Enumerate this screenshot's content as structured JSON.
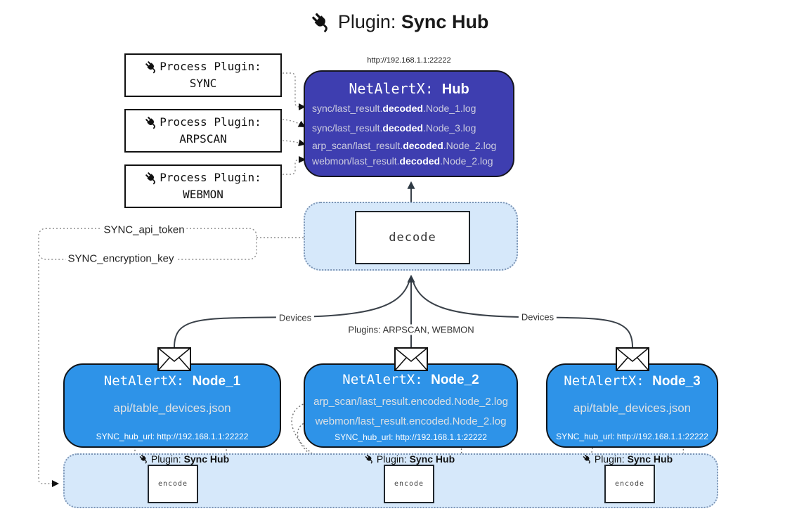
{
  "colors": {
    "hub_fill": "#3e3eb0",
    "node_fill": "#2e93e8",
    "band_fill": "#d6e8fa",
    "band_border": "#7d95b5"
  },
  "title": {
    "pre": "Plugin: ",
    "bold": "Sync Hub"
  },
  "process_plugins": [
    {
      "line1": "Process Plugin:",
      "name": "SYNC"
    },
    {
      "line1": "Process Plugin:",
      "name": "ARPSCAN"
    },
    {
      "line1": "Process Plugin:",
      "name": "WEBMON"
    }
  ],
  "hub": {
    "url": "http://192.168.1.1:22222",
    "title_pre": "NetAlertX: ",
    "title_bold": "Hub",
    "logs": [
      {
        "pre": "sync/last_result.",
        "bold": "decoded",
        "post": ".Node_1.log"
      },
      {
        "pre": "sync/last_result.",
        "bold": "decoded",
        "post": ".Node_3.log"
      },
      {
        "pre": "arp_scan/last_result.",
        "bold": "decoded",
        "post": ".Node_2.log"
      },
      {
        "pre": "webmon/last_result.",
        "bold": "decoded",
        "post": ".Node_2.log"
      }
    ]
  },
  "decode": {
    "label": "decode"
  },
  "secrets": {
    "api_token": "SYNC_api_token",
    "encryption_key": "SYNC_encryption_key"
  },
  "edges": {
    "devices_left": "Devices",
    "devices_right": "Devices",
    "plugins_mid": "Plugins: ARPSCAN, WEBMON"
  },
  "nodes": [
    {
      "title_pre": "NetAlertX: ",
      "title_bold": "Node_1",
      "lines": [
        "api/table_devices.json"
      ],
      "footer": "SYNC_hub_url: http://192.168.1.1:22222"
    },
    {
      "title_pre": "NetAlertX: ",
      "title_bold": "Node_2",
      "lines": [
        "arp_scan/last_result.encoded.Node_2.log",
        "webmon/last_result.encoded.Node_2.log"
      ],
      "footer": "SYNC_hub_url: http://192.168.1.1:22222"
    },
    {
      "title_pre": "NetAlertX: ",
      "title_bold": "Node_3",
      "lines": [
        "api/table_devices.json"
      ],
      "footer": "SYNC_hub_url: http://192.168.1.1:22222"
    }
  ],
  "encoders": [
    {
      "label_pre": "Plugin: ",
      "label_bold": "Sync Hub",
      "box": "encode"
    },
    {
      "label_pre": "Plugin: ",
      "label_bold": "Sync Hub",
      "box": "encode"
    },
    {
      "label_pre": "Plugin: ",
      "label_bold": "Sync Hub",
      "box": "encode"
    }
  ]
}
